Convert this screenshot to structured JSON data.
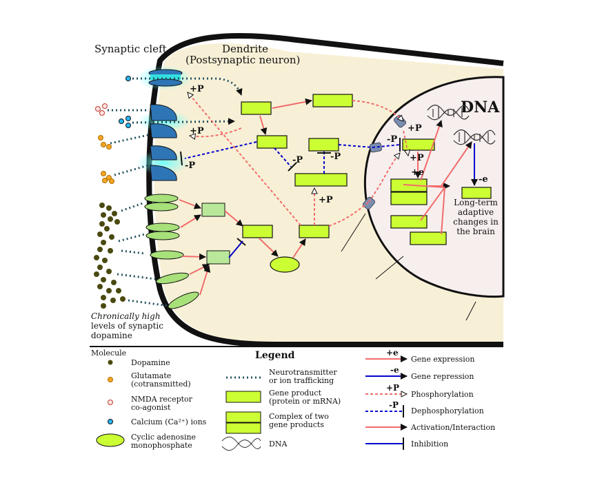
{
  "labels": {
    "synaptic_cleft": "Synaptic cleft",
    "dendrite": "Dendrite",
    "postsynaptic": "(Postsynaptic neuron)",
    "dna": "DNA",
    "long_term_1": "Long-term",
    "long_term_2": "adaptive",
    "long_term_3": "changes in",
    "long_term_4": "the brain",
    "chronic_1": "Chronically high",
    "chronic_2": "levels of synaptic",
    "chronic_3": "dopamine"
  },
  "pathway_marks": {
    "plus_p": "+P",
    "minus_p": "-P",
    "plus_e": "+e",
    "minus_e": "-e"
  },
  "legend": {
    "title": "Legend",
    "molecule_header": "Molecule",
    "dopamine": "Dopamine",
    "glutamate_1": "Glutamate",
    "glutamate_2": "(cotransmitted)",
    "nmda_1": "NMDA receptor",
    "nmda_2": "co-agonist",
    "calcium": "Calcium (Ca²⁺) ions",
    "camp_1": "Cyclic adenosine",
    "camp_2": "monophosphate",
    "trafficking_1": "Neurotransmitter",
    "trafficking_2": "or ion trafficking",
    "gene_product_1": "Gene product",
    "gene_product_2": "(protein or mRNA)",
    "complex_1": "Complex of two",
    "complex_2": "gene products",
    "dna": "DNA",
    "gene_expression": "Gene expression",
    "gene_repression": "Gene repression",
    "phosphorylation": "Phosphorylation",
    "dephosphorylation": "Dephosphorylation",
    "activation": "Activation/Interaction",
    "inhibition": "Inhibition"
  },
  "colors": {
    "cell_fill": "#f7f0d6",
    "nucleus_fill": "#f7eeee",
    "gene_product": "#ccff33",
    "receptor_blue": "#2e75b6",
    "receptor_green": "#a8e07a",
    "activation_red": "#f26b6b",
    "inhibition_blue": "#0000cc",
    "dopamine": "#4a4a10",
    "glutamate": "#f5a623",
    "calcium": "#29b6f6",
    "membrane": "#111111"
  }
}
